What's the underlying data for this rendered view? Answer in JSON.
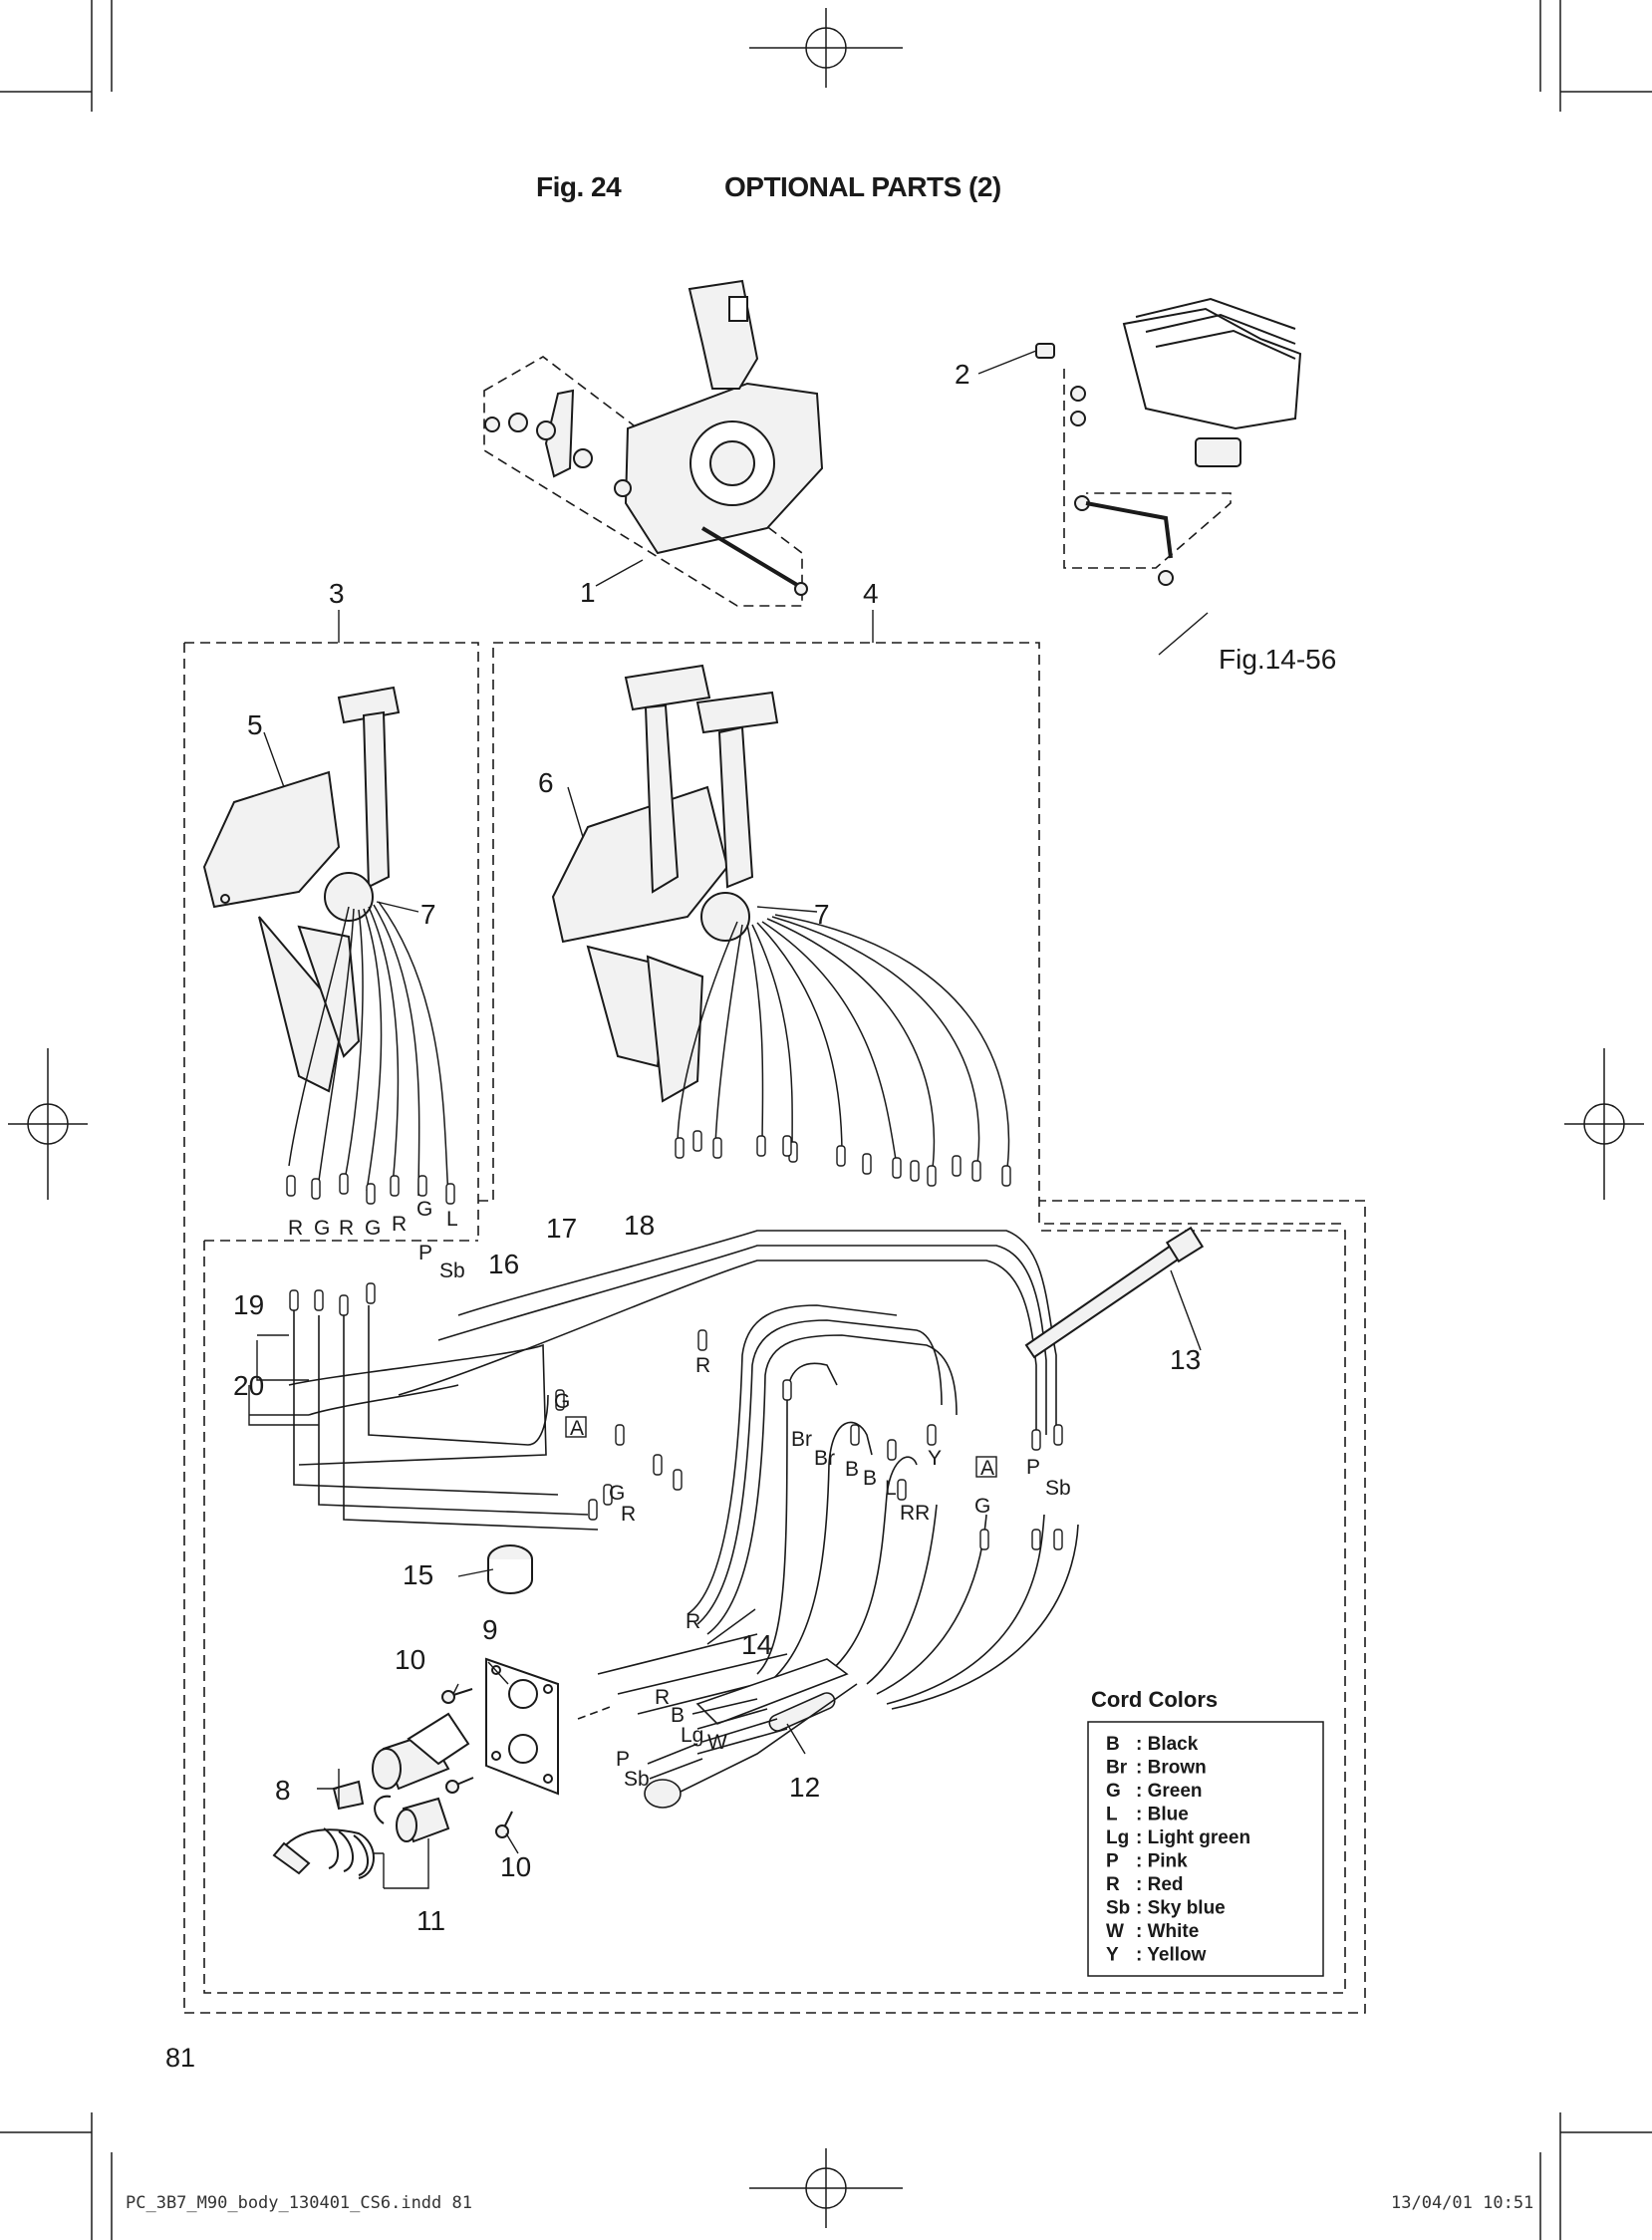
{
  "figure": {
    "fig_label": "Fig. 24",
    "title": "OPTIONAL PARTS (2)"
  },
  "callouts": [
    "1",
    "2",
    "3",
    "4",
    "5",
    "6",
    "7",
    "7",
    "8",
    "9",
    "10",
    "10",
    "11",
    "12",
    "13",
    "14",
    "15",
    "16",
    "17",
    "18",
    "19",
    "20"
  ],
  "reference": "Fig.14-56",
  "wire_codes": {
    "harness_3": [
      "R",
      "G",
      "R",
      "G",
      "R",
      "G",
      "L"
    ],
    "harness_3_lower": [
      "P",
      "Sb"
    ],
    "left_feeds": [
      "R",
      "G"
    ],
    "box_marker": "A",
    "group_a": [
      "R",
      "Br",
      "Br",
      "B",
      "B",
      "L",
      "Y",
      "RR"
    ],
    "group_b": [
      "P",
      "Sb",
      "G"
    ],
    "key_switch": [
      "R",
      "B",
      "Lg",
      "W",
      "P",
      "Sb"
    ]
  },
  "legend": {
    "title": "Cord Colors",
    "rows": [
      {
        "code": "B",
        "color": ": Black"
      },
      {
        "code": "Br",
        "color": ": Brown"
      },
      {
        "code": "G",
        "color": ": Green"
      },
      {
        "code": "L",
        "color": ": Blue"
      },
      {
        "code": "Lg",
        "color": ": Light green"
      },
      {
        "code": "P",
        "color": ": Pink"
      },
      {
        "code": "R",
        "color": ": Red"
      },
      {
        "code": "Sb",
        "color": ": Sky blue"
      },
      {
        "code": "W",
        "color": ": White"
      },
      {
        "code": "Y",
        "color": ": Yellow"
      }
    ]
  },
  "page_number": "81",
  "slug": {
    "file": "PC_3B7_M90_body_130401_CS6.indd   81",
    "stamp": "13/04/01   10:51"
  },
  "colors": {
    "ink": "#1a1a1a",
    "paper": "#ffffff",
    "part_fill": "#f2f2f2"
  }
}
